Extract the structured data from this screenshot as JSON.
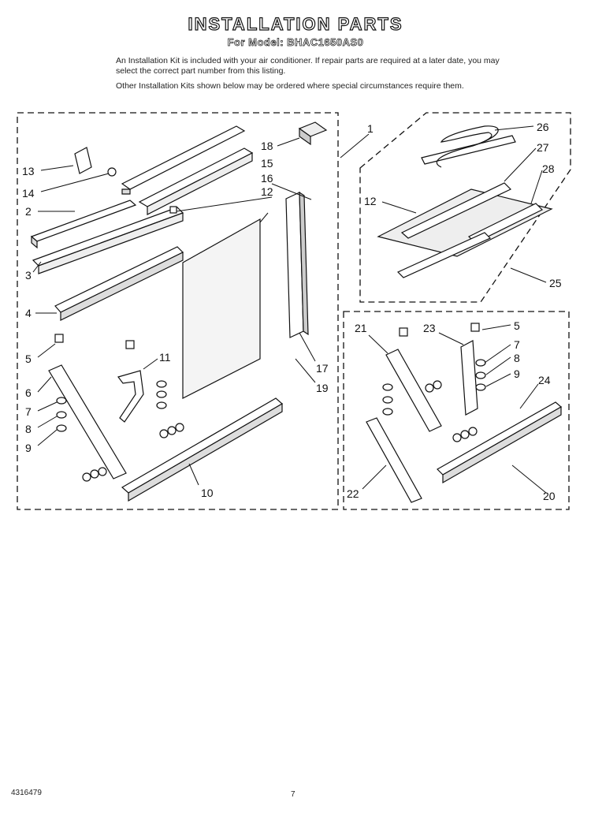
{
  "header": {
    "title": "INSTALLATION PARTS",
    "subtitle": "For Model: BHAC1650AS0"
  },
  "intro": {
    "paragraph1": "An Installation Kit is included with your air conditioner. If repair parts are required at a later date, you may select the correct part number from this listing.",
    "paragraph2": "Other Installation Kits shown below may be ordered where special circumstances require them."
  },
  "callouts": {
    "main_kit": [
      "13",
      "14",
      "2",
      "3",
      "4",
      "5",
      "6",
      "7",
      "8",
      "9",
      "11",
      "18",
      "15",
      "16",
      "12",
      "10",
      "17",
      "19",
      "1"
    ],
    "kit_25": [
      "26",
      "27",
      "28",
      "12",
      "25"
    ],
    "kit_20": [
      "21",
      "23",
      "5",
      "7",
      "8",
      "9",
      "24",
      "22",
      "20"
    ]
  },
  "footer": {
    "doc_number": "4316479",
    "page_number": "7"
  }
}
